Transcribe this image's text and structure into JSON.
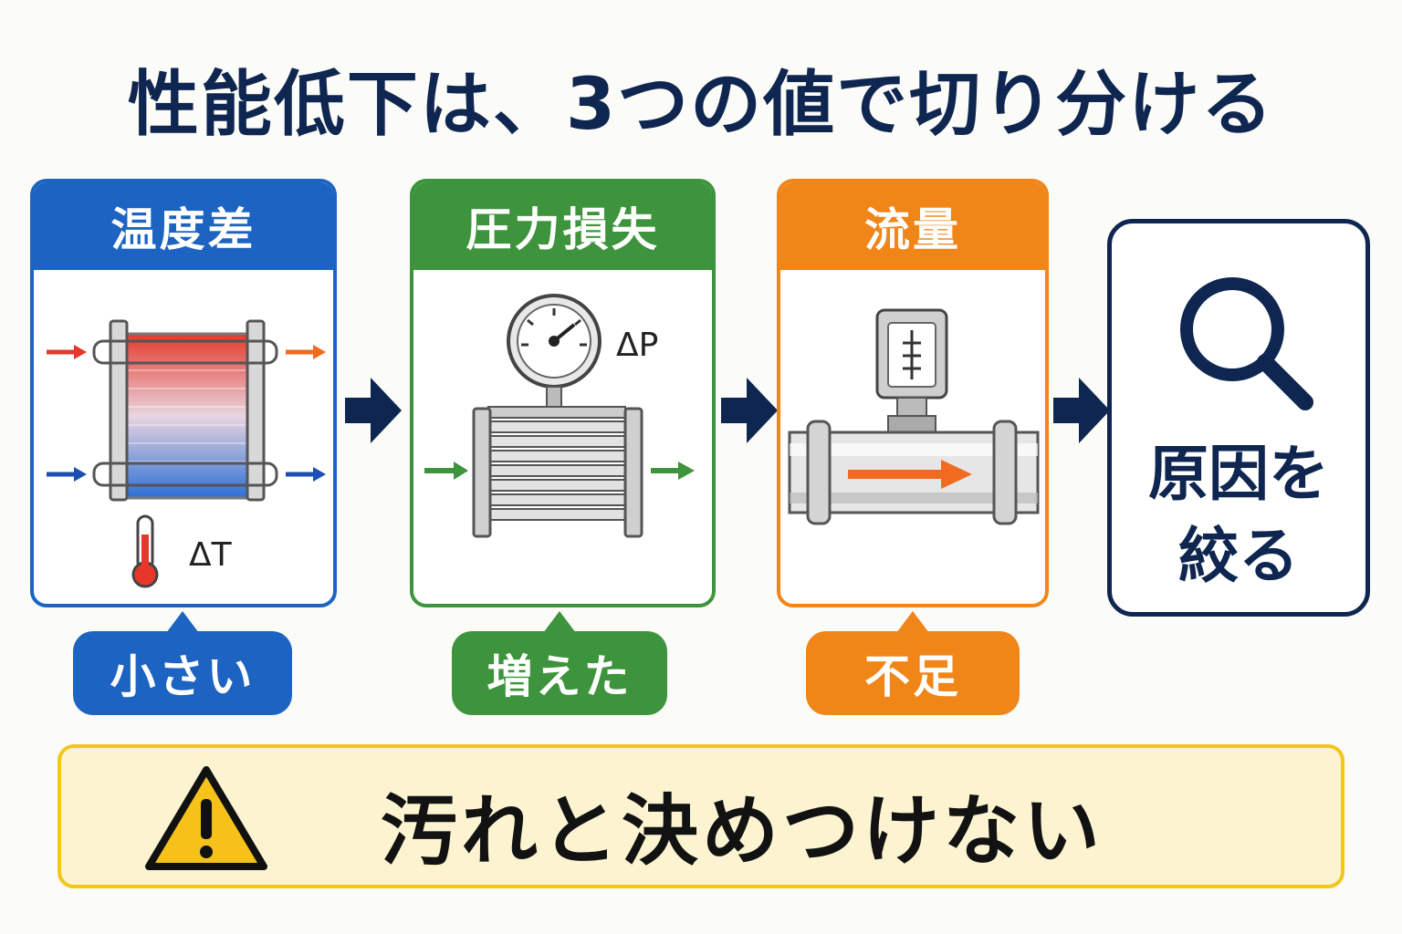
{
  "title": "性能低下は、3つの値で切り分ける",
  "cards": [
    {
      "header": "温度差",
      "symbol": "ΔT",
      "tag": "小さい",
      "color": "#1c63c2"
    },
    {
      "header": "圧力損失",
      "symbol": "ΔP",
      "tag": "増えた",
      "color": "#3d943c"
    },
    {
      "header": "流量",
      "symbol": "",
      "tag": "不足",
      "color": "#f08518"
    }
  ],
  "result": {
    "text": "原因を\n絞る",
    "icon": "magnifier-icon",
    "color": "#0f2650"
  },
  "warning": {
    "text": "汚れと決めつけない",
    "icon": "warning-icon",
    "border": "#f2c61d",
    "background": "#fcf4d1"
  }
}
